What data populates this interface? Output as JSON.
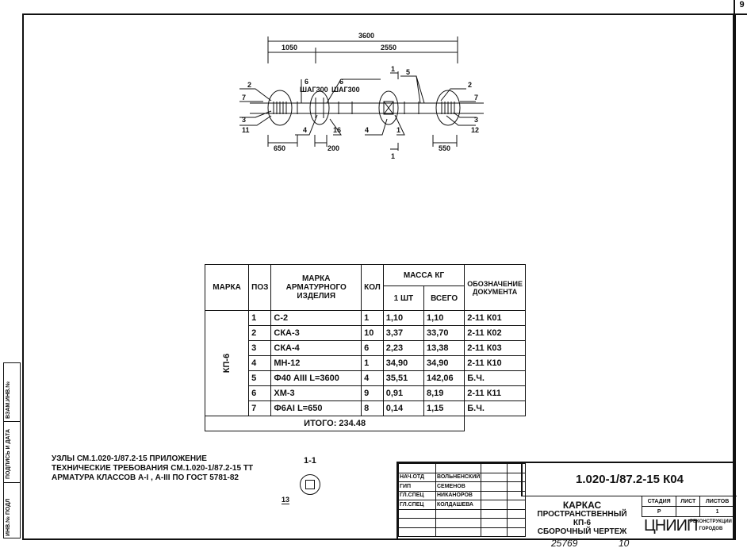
{
  "sheet_number": "9",
  "drawing": {
    "dims": {
      "total": "3600",
      "left": "1050",
      "right": "2550",
      "d650": "650",
      "d200": "200",
      "d550": "550"
    },
    "labels": {
      "p2a": "2",
      "p7a": "7",
      "p3a": "3",
      "p11": "11",
      "p6a": "6",
      "step1": "ШАГ300",
      "p6b": "6",
      "step2": "ШАГ300",
      "p4a": "4",
      "p16": "16",
      "p4b": "4",
      "p1": "1",
      "p5": "5",
      "p2b": "2",
      "p7b": "7",
      "p3b": "3",
      "p12": "12",
      "cut_top": "1",
      "cut_bottom": "1"
    }
  },
  "spec_table": {
    "headers": {
      "mark": "МАРКА",
      "pos": "ПОЗ",
      "item_mark": "МАРКА АРМАТУРНОГО ИЗДЕЛИЯ",
      "qty": "КОЛ",
      "mass": "МАССА КГ",
      "mass_unit": "1 ШТ",
      "mass_total": "ВСЕГО",
      "doc": "ОБОЗНАЧЕНИЕ ДОКУМЕНТА"
    },
    "group_mark": "КП-6",
    "rows": [
      {
        "pos": "1",
        "item": "С-2",
        "qty": "1",
        "unit": "1,10",
        "total": "1,10",
        "doc": "2-11 К01"
      },
      {
        "pos": "2",
        "item": "СКА-3",
        "qty": "10",
        "unit": "3,37",
        "total": "33,70",
        "doc": "2-11 К02"
      },
      {
        "pos": "3",
        "item": "СКА-4",
        "qty": "6",
        "unit": "2,23",
        "total": "13,38",
        "doc": "2-11 К03"
      },
      {
        "pos": "4",
        "item": "МН-12",
        "qty": "1",
        "unit": "34,90",
        "total": "34,90",
        "doc": "2-11 К10"
      },
      {
        "pos": "5",
        "item": "Ф40 АIII  L=3600",
        "qty": "4",
        "unit": "35,51",
        "total": "142,06",
        "doc": "Б.Ч."
      },
      {
        "pos": "6",
        "item": "ХМ-3",
        "qty": "9",
        "unit": "0,91",
        "total": "8,19",
        "doc": "2-11 К11"
      },
      {
        "pos": "7",
        "item": "Ф6АI   L=650",
        "qty": "8",
        "unit": "0,14",
        "total": "1,15",
        "doc": "Б.Ч."
      }
    ],
    "total": "ИТОГО: 234.48"
  },
  "notes": [
    "УЗЛЫ СМ.1.020-1/87.2-15 ПРИЛОЖЕНИЕ",
    "ТЕХНИЧЕСКИЕ ТРЕБОВАНИЯ СМ.1.020-1/87.2-15 ТТ",
    "АРМАТУРА КЛАССОВ А-I , А-III ПО ГОСТ 5781-82"
  ],
  "section": {
    "title": "1-1",
    "pos": "13"
  },
  "title_block": {
    "code": "1.020-1/87.2-15 К04",
    "signatures": [
      {
        "role": "НАЧ.ОТД",
        "name": "ВОЛЬНЕНСКИЙ"
      },
      {
        "role": "ГИП",
        "name": "СЕМЕНОВ"
      },
      {
        "role": "ГЛ.СПЕЦ",
        "name": "НИКАНОРОВ"
      },
      {
        "role": "ГЛ.СПЕЦ",
        "name": "КОЛДАШЕВА"
      }
    ],
    "title_lines": [
      "КАРКАС",
      "ПРОСТРАНСТВЕННЫЙ",
      "КП-6",
      "СБОРОЧНЫЙ ЧЕРТЕЖ"
    ],
    "stage_header": "СТАДИЯ",
    "sheet_header": "ЛИСТ",
    "sheets_header": "ЛИСТОВ",
    "stage": "Р",
    "sheet": "",
    "sheets": "1",
    "org_logo": "ЦНИИП",
    "org_sub1": "РЕКОНСТРУКЦИИ",
    "org_sub2": "ГОРОДОВ"
  },
  "left_stripe": [
    "ИНВ.№ ПОДЛ",
    "ПОДПИСЬ И ДАТА",
    "ВЗАМ.ИНВ.№"
  ],
  "footer": {
    "archive": "25769",
    "num": "10"
  }
}
